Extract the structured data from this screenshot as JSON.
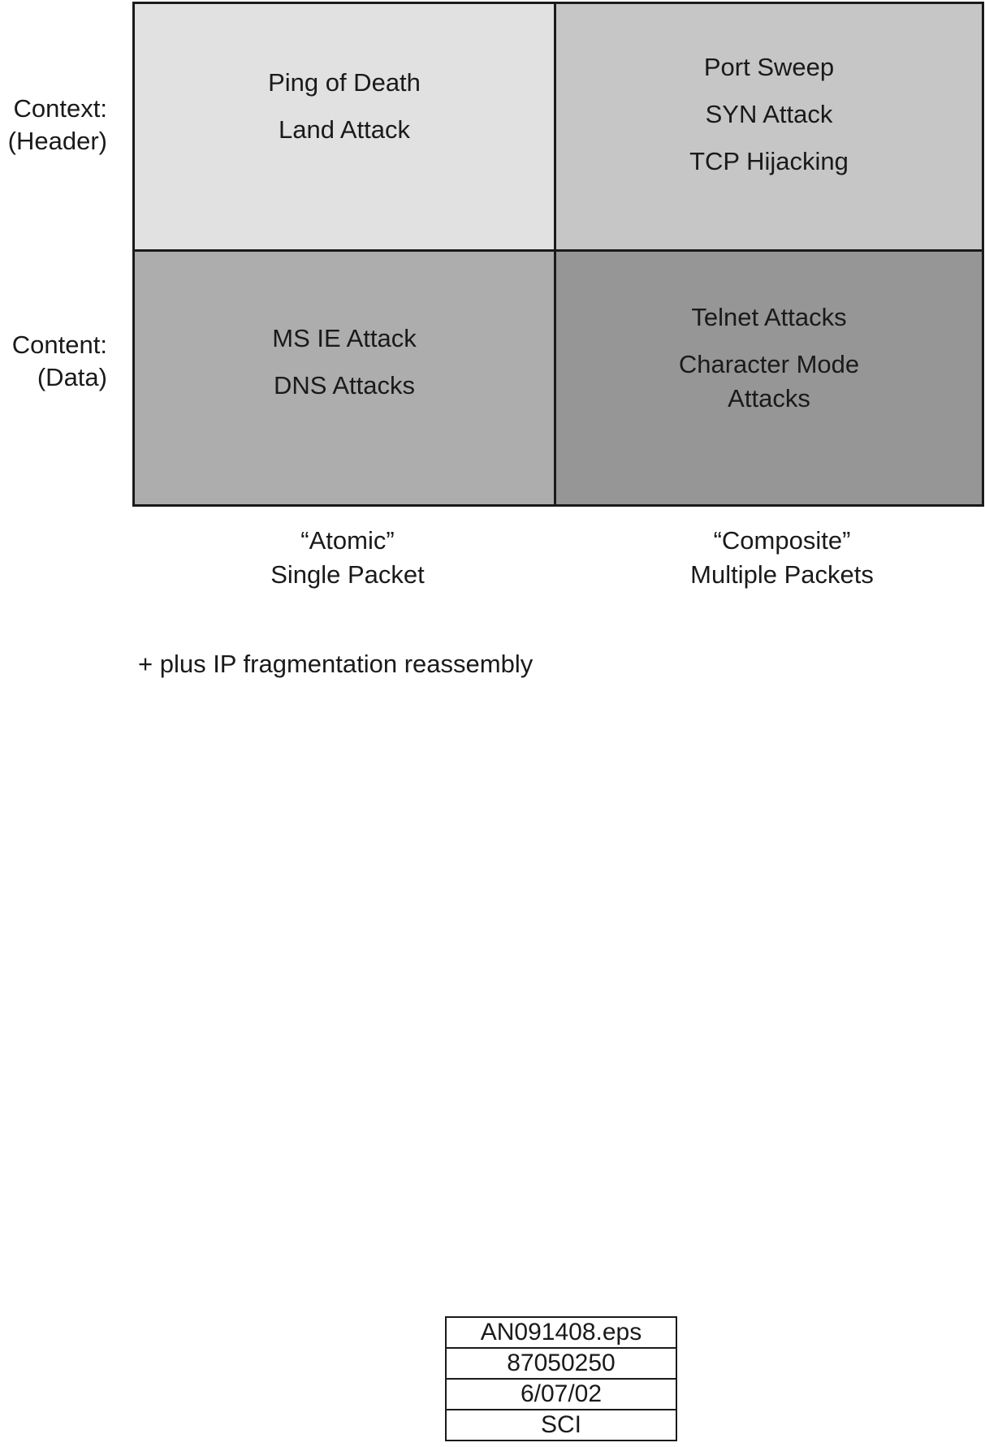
{
  "rows": [
    {
      "line1": "Context:",
      "line2": "(Header)"
    },
    {
      "line1": "Content:",
      "line2": "(Data)"
    }
  ],
  "cells": {
    "top_left": [
      "Ping of Death",
      "Land Attack"
    ],
    "top_right": [
      "Port Sweep",
      "SYN Attack",
      "TCP Hijacking"
    ],
    "bottom_left": [
      "MS  IE Attack",
      "DNS Attacks"
    ],
    "bottom_right": [
      "Telnet Attacks",
      "Character Mode",
      "Attacks"
    ]
  },
  "columns": [
    {
      "line1": "“Atomic”",
      "line2": "Single Packet"
    },
    {
      "line1": "“Composite”",
      "line2": "Multiple Packets"
    }
  ],
  "note": "+ plus IP fragmentation reassembly",
  "stamp": [
    "AN091408.eps",
    "87050250",
    "6/07/02",
    "SCI"
  ]
}
